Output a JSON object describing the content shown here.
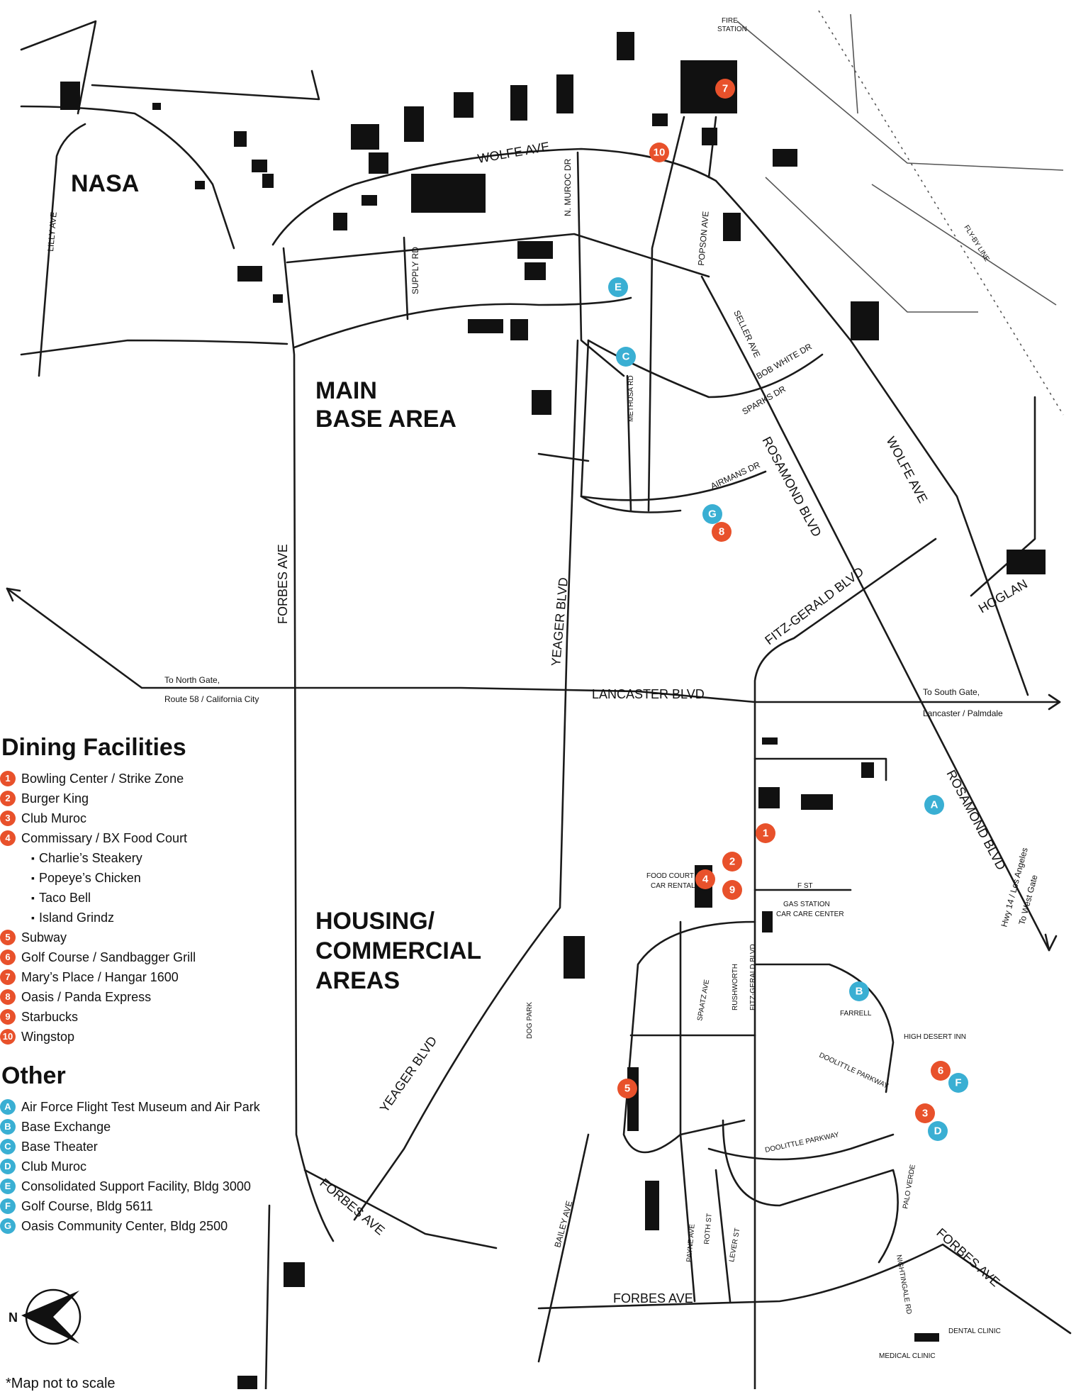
{
  "colors": {
    "dining": "#E8512B",
    "other": "#3AAFD3",
    "road": "#1A1A1A",
    "building": "#111111"
  },
  "areas": {
    "nasa": "NASA",
    "main_base_line1": "MAIN",
    "main_base_line2": "BASE AREA",
    "housing_line1": "HOUSING/",
    "housing_line2": "COMMERCIAL",
    "housing_line3": "AREAS"
  },
  "streets": {
    "wolfe_ave_top": "WOLFE AVE",
    "n_muroc_dr": "N. MUROC DR",
    "popson_ave": "POPSON AVE",
    "supply_rd": "SUPPLY RD",
    "lilly_ave": "LILLY AVE",
    "seller_ave": "SELLER AVE",
    "bob_white_dr": "BOB WHITE DR",
    "sparks_dr": "SPARKS DR",
    "methusa_rd": "METHUSA RD",
    "airmans_dr": "AIRMANS DR",
    "rosamond_blvd_north": "ROSAMOND BLVD",
    "wolfe_ave_east": "WOLFE AVE",
    "fly_by_line": "FLY-BY LINE",
    "forbes_ave_main": "FORBES AVE",
    "yeager_blvd_north": "YEAGER BLVD",
    "fitz_gerald_blvd": "FITZ-GERALD BLVD",
    "hoglan": "HOGLAN",
    "lancaster_blvd": "LANCASTER BLVD",
    "rosamond_blvd_south": "ROSAMOND BLVD",
    "f_st": "F ST",
    "spaatz_ave": "SPAATZ AVE",
    "rushworth": "RUSHWORTH",
    "fitz_gerald_blvd_south": "FITZ-GERALD BLVD",
    "farrell": "FARRELL",
    "doolittle_parkway_upper": "DOOLITTLE PARKWAY",
    "doolittle_parkway_lower": "DOOLITTLE PARKWAY",
    "palo_verde": "PALO VERDE",
    "nightingale_rd": "NIGHTINGALE RD",
    "yeager_blvd_south": "YEAGER BLVD",
    "forbes_ave_sw": "FORBES AVE",
    "bailey_ave": "BAILEY AVE",
    "payne_ave": "PAYNE AVE",
    "roth_st": "ROTH ST",
    "lever_st": "LEVER ST",
    "forbes_ave_bottom": "FORBES AVE",
    "forbes_ave_se": "FORBES AVE"
  },
  "places": {
    "fire_station_l1": "FIRE",
    "fire_station_l2": "STATION",
    "food_court_l1": "FOOD COURT /",
    "food_court_l2": "CAR RENTAL",
    "gas_station_l1": "GAS STATION",
    "gas_station_l2": "CAR CARE CENTER",
    "dog_park": "DOG PARK",
    "high_desert_inn": "HIGH DESERT INN",
    "dental_clinic": "DENTAL CLINIC",
    "medical_clinic": "MEDICAL CLINIC"
  },
  "directions": {
    "north_gate_l1": "To North Gate,",
    "north_gate_l2": "Route 58 / California City",
    "south_gate_l1": "To South Gate,",
    "south_gate_l2": "Lancaster / Palmdale",
    "west_gate_l1": "To West Gate",
    "west_gate_l2": "Hwy 14 / Los Angeles"
  },
  "markers": {
    "dining": [
      {
        "id": "1"
      },
      {
        "id": "2"
      },
      {
        "id": "3"
      },
      {
        "id": "4"
      },
      {
        "id": "5"
      },
      {
        "id": "6"
      },
      {
        "id": "7"
      },
      {
        "id": "8"
      },
      {
        "id": "9"
      },
      {
        "id": "10"
      }
    ],
    "other": [
      {
        "id": "A"
      },
      {
        "id": "B"
      },
      {
        "id": "C"
      },
      {
        "id": "D"
      },
      {
        "id": "E"
      },
      {
        "id": "F"
      },
      {
        "id": "G"
      }
    ]
  },
  "legend": {
    "dining_title": "Dining Facilities",
    "dining_items": [
      {
        "num": "1",
        "label": "Bowling Center / Strike Zone"
      },
      {
        "num": "2",
        "label": "Burger King"
      },
      {
        "num": "3",
        "label": "Club Muroc"
      },
      {
        "num": "4",
        "label": "Commissary / BX Food Court"
      }
    ],
    "commissary_sub": [
      "Charlie’s Steakery",
      "Popeye’s Chicken",
      "Taco Bell",
      "Island Grindz"
    ],
    "dining_items_2": [
      {
        "num": "5",
        "label": "Subway"
      },
      {
        "num": "6",
        "label": "Golf Course / Sandbagger Grill"
      },
      {
        "num": "7",
        "label": "Mary’s Place / Hangar 1600"
      },
      {
        "num": "8",
        "label": "Oasis / Panda Express"
      },
      {
        "num": "9",
        "label": "Starbucks"
      },
      {
        "num": "10",
        "label": "Wingstop"
      }
    ],
    "other_title": "Other",
    "other_items": [
      {
        "letter": "A",
        "label": "Air Force Flight Test Museum and Air Park"
      },
      {
        "letter": "B",
        "label": "Base Exchange"
      },
      {
        "letter": "C",
        "label": "Base Theater"
      },
      {
        "letter": "D",
        "label": "Club Muroc"
      },
      {
        "letter": "E",
        "label": "Consolidated Support Facility, Bldg 3000"
      },
      {
        "letter": "F",
        "label": "Golf Course, Bldg 5611"
      },
      {
        "letter": "G",
        "label": "Oasis Community Center, Bldg 2500"
      }
    ]
  },
  "compass": {
    "north_letter": "N",
    "icon": "compass-arrow-icon"
  },
  "note": "*Map not to scale"
}
